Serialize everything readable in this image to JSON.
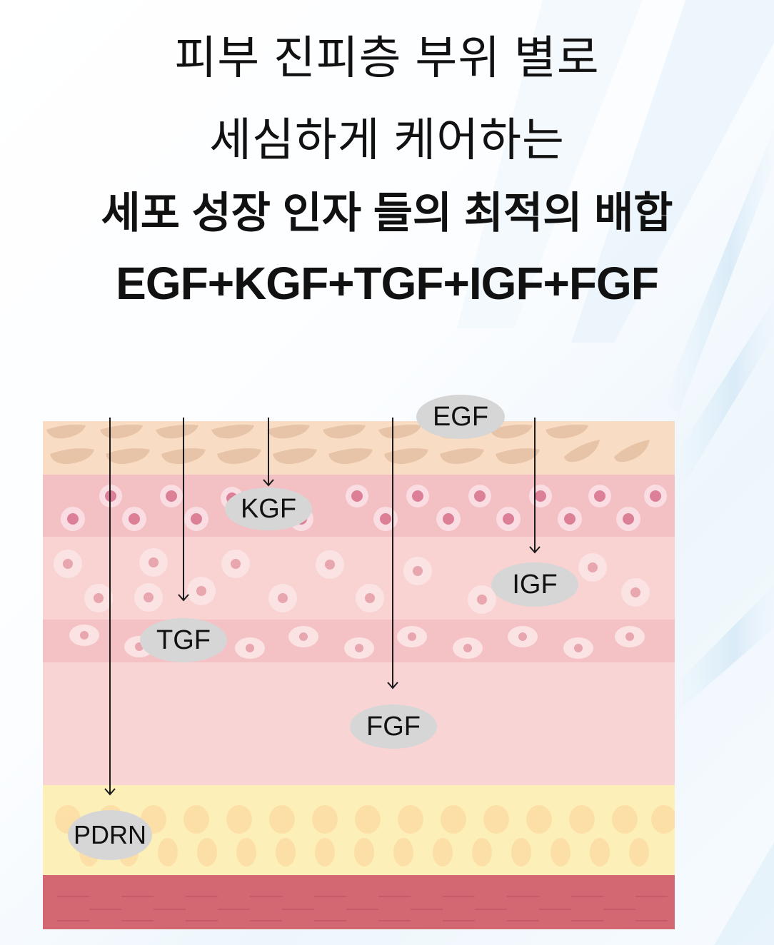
{
  "heading": {
    "line1": "피부 진피층 부위 별로",
    "line2": "세심하게 케어하는",
    "line3": "세포 성장 인자 들의 최적의 배합",
    "line4": "EGF+KGF+TGF+IGF+FGF"
  },
  "diagram": {
    "layers": [
      {
        "name": "epidermis-top",
        "color": "#f8dcc4",
        "cell_color": "#e5bfa2"
      },
      {
        "name": "epidermis-cells",
        "color": "#f3c0c3",
        "cell_color": "#dc8097"
      },
      {
        "name": "dermis-upper",
        "color": "#f8d3d2",
        "cell_color": "#e8a6ae"
      },
      {
        "name": "dermis-band",
        "color": "#f4c2c4",
        "cell_color": "#e8a6ae"
      },
      {
        "name": "dermis-lower",
        "color": "#f8d5d4"
      },
      {
        "name": "fat-layer",
        "color": "#fdefb8",
        "cell_color": "#fbdca3"
      },
      {
        "name": "muscle-layer",
        "color": "#d36872"
      }
    ],
    "labels": [
      {
        "id": "egf",
        "text": "EGF"
      },
      {
        "id": "kgf",
        "text": "KGF"
      },
      {
        "id": "tgf",
        "text": "TGF"
      },
      {
        "id": "igf",
        "text": "IGF"
      },
      {
        "id": "fgf",
        "text": "FGF"
      },
      {
        "id": "pdrn",
        "text": "PDRN"
      }
    ],
    "badge_color": "#d6d6d6",
    "arrow_color": "#1a1a1a"
  }
}
